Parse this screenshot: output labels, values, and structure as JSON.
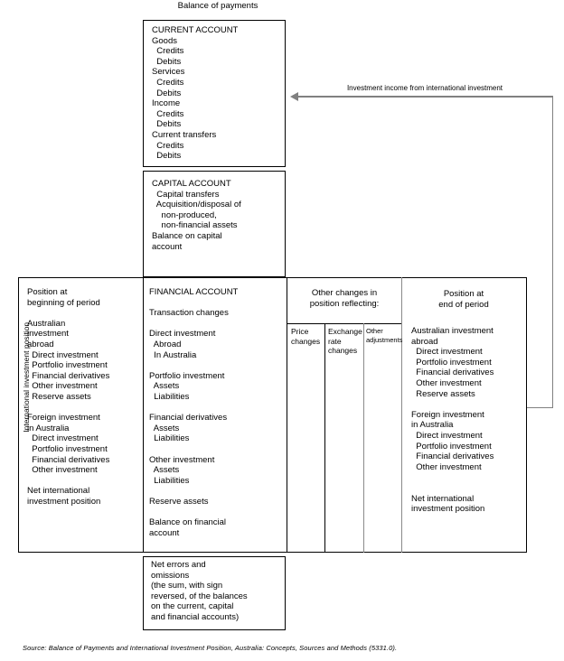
{
  "title": "Balance of payments",
  "current_account": "CURRENT ACCOUNT\nGoods\n  Credits\n  Debits\nServices\n  Credits\n  Debits\nIncome\n  Credits\n  Debits\nCurrent transfers\n  Credits\n  Debits",
  "capital_account": "CAPITAL ACCOUNT\n  Capital transfers\n  Acquisition/disposal of\n    non-produced,\n    non-financial assets\nBalance on capital\naccount",
  "arrow_label": "Investment income from international investment",
  "axis_label": "International investment position",
  "position_beginning": "Position at\nbeginning of period\n\nAustralian\ninvestment\nabroad\n  Direct investment\n  Portfolio investment\n  Financial derivatives\n  Other investment\n  Reserve assets\n\nForeign investment\nin Australia\n  Direct investment\n  Portfolio investment\n  Financial derivatives\n  Other investment\n\nNet international\ninvestment position",
  "financial_account": "FINANCIAL ACCOUNT\n\nTransaction changes\n\nDirect investment\n  Abroad\n  In Australia\n\nPortfolio investment\n  Assets\n  Liabilities\n\nFinancial derivatives\n  Assets\n  Liabilities\n\nOther investment\n  Assets\n  Liabilities\n\nReserve assets\n\nBalance on financial\naccount",
  "other_changes_header": "Other changes in\nposition reflecting:",
  "other_changes_columns": [
    "Price\nchanges",
    "Exchange\nrate\nchanges",
    "Other\nadjustments"
  ],
  "position_end_header": "Position at\nend of period",
  "position_end_body": "Australian investment\nabroad\n  Direct investment\n  Portfolio investment\n  Financial derivatives\n  Other investment\n  Reserve assets\n\nForeign investment\nin Australia\n  Direct investment\n  Portfolio investment\n  Financial derivatives\n  Other investment\n\n\nNet international\ninvestment position",
  "net_errors": "Net errors and\nomissions\n(the sum, with sign\nreversed, of the balances\non the current, capital\nand financial accounts)",
  "source": "Source: Balance of Payments and International Investment Position, Australia: Concepts, Sources and Methods (5331.0).",
  "colors": {
    "border": "#000000",
    "arrow": "#808080",
    "grey_divider": "#8a8a8a"
  }
}
